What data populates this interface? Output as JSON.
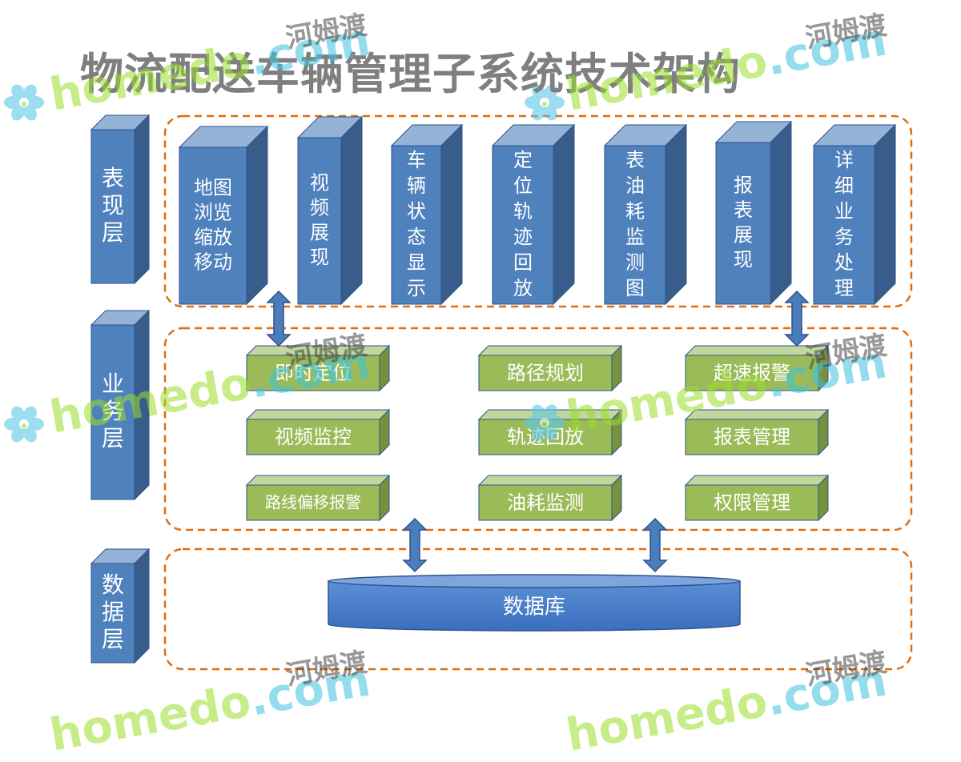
{
  "title": "物流配送车辆管理子系统技术架构",
  "layers": [
    {
      "id": "presentation",
      "label": "表现层"
    },
    {
      "id": "business",
      "label": "业务层"
    },
    {
      "id": "data",
      "label": "数据层"
    }
  ],
  "presentation_modules": [
    "地图浏览缩放移动",
    "视频展现",
    "车辆状态显示",
    "定位轨迹回放",
    "表油耗监测图",
    "报表展现",
    "详细业务处理"
  ],
  "business_modules": [
    [
      "即时定位",
      "路径规划",
      "超速报警"
    ],
    [
      "视频监控",
      "轨迹回放",
      "报表管理"
    ],
    [
      "路线偏移报警",
      "油耗监测",
      "权限管理"
    ]
  ],
  "database": "数据库",
  "watermark": {
    "brand_en": "homedo",
    "brand_domain": ".com",
    "brand_cn": "河姆渡"
  },
  "colors": {
    "blue_front": "#4f81bd",
    "blue_side": "#385d8a",
    "blue_top": "#95b3d7",
    "green_front": "#9bbb59",
    "green_side": "#76923c",
    "green_top": "#c3d69b",
    "container_border": "#e46c0a",
    "title_gray": "#7f7f7f"
  }
}
